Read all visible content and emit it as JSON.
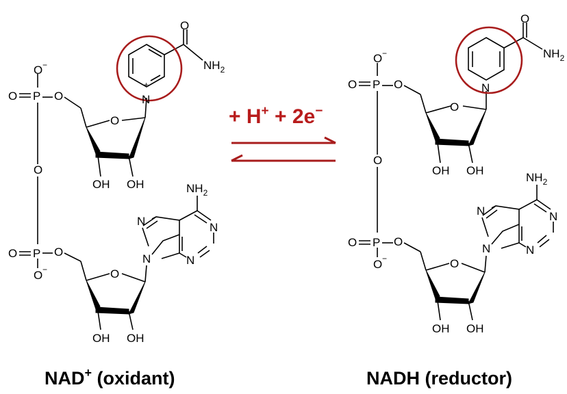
{
  "reaction": {
    "prefix": "+ H",
    "proton_charge": "+",
    "middle": " + 2e",
    "electron_charge": "−"
  },
  "nad_plus": {
    "caption_prefix": "NAD",
    "caption_charge": "+",
    "caption_suffix": " (oxidant)",
    "ring_charge": "+",
    "atoms": {
      "o_carbonyl": "O",
      "nh2_amide": "NH",
      "nh2_sub": "2",
      "n_pyridinium": "N",
      "o_top_minus": "O",
      "o_top_dbl": "O",
      "p_top": "P",
      "o_top_ester": "O",
      "o_bridge": "O",
      "o_bot_dbl": "O",
      "p_bot": "P",
      "o_bot_minus": "O",
      "o_bot_ester": "O",
      "o_ribose1": "O",
      "oh1a": "OH",
      "oh1b": "OH",
      "o_ribose2": "O",
      "oh2a": "OH",
      "oh2b": "OH",
      "nh2_adenine": "NH",
      "nh2_adenine_sub": "2",
      "n7": "N",
      "n1": "N",
      "n9": "N",
      "n3": "N",
      "minus_top": "−",
      "minus_bot": "−"
    }
  },
  "nadh": {
    "caption": "NADH (reductor)",
    "atoms": {
      "o_carbonyl": "O",
      "nh2_amide": "NH",
      "nh2_sub": "2",
      "n_pyridine": "N",
      "o_top_minus": "O",
      "o_top_dbl": "O",
      "p_top": "P",
      "o_top_ester": "O",
      "o_bridge": "O",
      "o_bot_dbl": "O",
      "p_bot": "P",
      "o_bot_minus": "O",
      "o_bot_ester": "O",
      "o_ribose1": "O",
      "oh1a": "OH",
      "oh1b": "OH",
      "o_ribose2": "O",
      "oh2a": "OH",
      "oh2b": "OH",
      "nh2_adenine": "NH",
      "nh2_adenine_sub": "2",
      "n7": "N",
      "n1": "N",
      "n9": "N",
      "n3": "N",
      "minus_top": "−",
      "minus_bot": "−"
    }
  },
  "colors": {
    "highlight": "#a81c1c",
    "reaction_text": "#b81c1c"
  }
}
